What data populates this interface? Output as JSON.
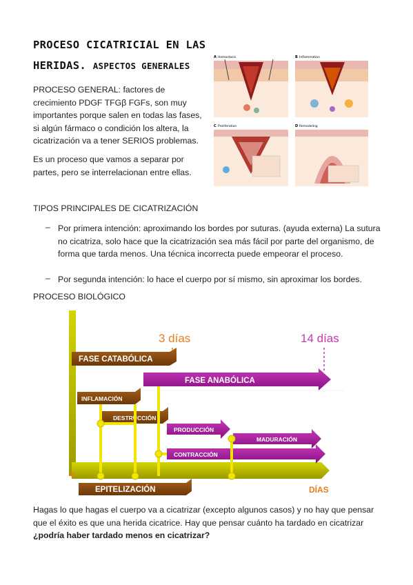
{
  "title": {
    "line1": "PROCESO CICATRICIAL EN LAS",
    "line2a": "HERIDAS.",
    "line2b": "ASPECTOS GENERALES"
  },
  "intro": {
    "p1": "PROCESO GENERAL: factores de crecimiento PDGF TFGβ FGFs, son muy importantes porque salen en todas las fases, si algún fármaco o condición los altera, la cicatrización va a tener SERIOS problemas.",
    "p2": "Es un proceso que vamos a separar por partes, pero se interrelacionan entre ellas."
  },
  "figure": {
    "panels": [
      {
        "letter": "A",
        "name": "Hemostasis"
      },
      {
        "letter": "B",
        "name": "Inflammation"
      },
      {
        "letter": "C",
        "name": "Proliferation"
      },
      {
        "letter": "D",
        "name": "Remodeling"
      }
    ]
  },
  "types": {
    "heading": "TIPOS PRINCIPALES DE CICATRIZACIÓN",
    "bullet": "–",
    "item1": "Por primera intención: aproximando los bordes por suturas. (ayuda externa) La sutura no cicatriza, solo hace que la cicatrización sea más fácil por parte del organismo, de forma que tarda menos. Una técnica incorrecta puede empeorar el proceso.",
    "item2": "Por segunda intención: lo hace el cuerpo por sí mismo, sin aproximar los bordes."
  },
  "bio": {
    "heading": "PROCESO BIOLÓGICO",
    "diagram": {
      "day3": "3 días",
      "day14": "14 días",
      "catabolica": "FASE CATABÓLICA",
      "anabolica": "FASE ANABÓLICA",
      "inflamacion": "INFLAMACIÓN",
      "destruccion": "DESTRUCCIÓN",
      "produccion": "PRODUCCIÓN",
      "maduracion": "MADURACIÓN",
      "contraccion": "CONTRACCIÓN",
      "epitelizacion": "EPITELIZACIÓN",
      "dias": "DÍAS",
      "colors": {
        "purple": "#a4139b",
        "brown": "#8a4b10",
        "yellow": "#f2e600",
        "orange": "#f7941d",
        "olive": "#b8b800"
      }
    }
  },
  "closing": {
    "p": "Hagas lo que hagas el cuerpo va a cicatrizar (excepto algunos casos) y no hay que pensar que el éxito es que una herida cicatrice. Hay que pensar cuánto ha tardado en cicatrizar",
    "q": "¿podría haber tardado menos en cicatrizar?"
  }
}
